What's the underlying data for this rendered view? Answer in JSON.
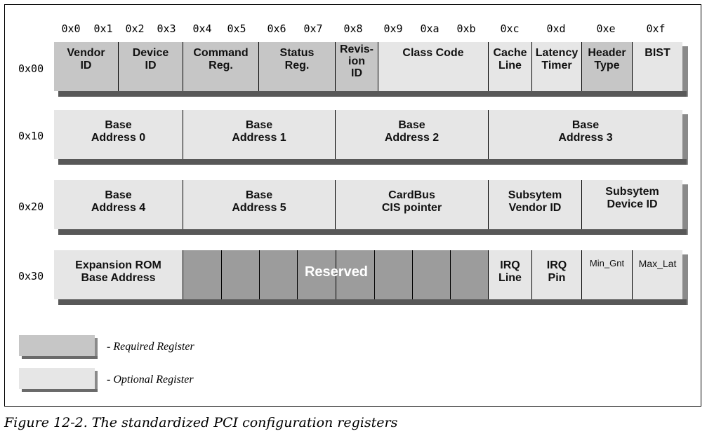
{
  "column_labels": [
    "0x0",
    "0x1",
    "0x2",
    "0x3",
    "0x4",
    "0x5",
    "0x6",
    "0x7",
    "0x8",
    "0x9",
    "0xa",
    "0xb",
    "0xc",
    "0xd",
    "0xe",
    "0xf"
  ],
  "rows": [
    {
      "offset": "0x00",
      "cells": [
        {
          "label": "Vendor\nID",
          "kind": "required"
        },
        {
          "label": "Device\nID",
          "kind": "required"
        },
        {
          "label": "Command\nReg.",
          "kind": "required"
        },
        {
          "label": "Status\nReg.",
          "kind": "required"
        },
        {
          "label": "Revis-\nion\nID",
          "kind": "required"
        },
        {
          "label": "Class Code",
          "kind": "optional"
        },
        {
          "label": "Cache\nLine",
          "kind": "optional"
        },
        {
          "label": "Latency\nTimer",
          "kind": "optional"
        },
        {
          "label": "Header\nType",
          "kind": "required"
        },
        {
          "label": "BIST",
          "kind": "optional"
        }
      ]
    },
    {
      "offset": "0x10",
      "cells": [
        {
          "label": "Base\nAddress 0",
          "kind": "optional"
        },
        {
          "label": "Base\nAddress 1",
          "kind": "optional"
        },
        {
          "label": "Base\nAddress 2",
          "kind": "optional"
        },
        {
          "label": "Base\nAddress 3",
          "kind": "optional"
        }
      ]
    },
    {
      "offset": "0x20",
      "cells": [
        {
          "label": "Base\nAddress 4",
          "kind": "optional"
        },
        {
          "label": "Base\nAddress 5",
          "kind": "optional"
        },
        {
          "label": "CardBus\nCIS pointer",
          "kind": "optional"
        },
        {
          "label": "Subsytem\nVendor ID",
          "kind": "optional"
        },
        {
          "label": "Subsytem\nDevice ID",
          "kind": "optional"
        }
      ]
    },
    {
      "offset": "0x30",
      "cells": [
        {
          "label": "Expansion ROM\nBase Address",
          "kind": "optional"
        },
        {
          "label": "Reserved",
          "kind": "reserved"
        },
        {
          "label": "IRQ\nLine",
          "kind": "optional"
        },
        {
          "label": "IRQ\nPin",
          "kind": "optional"
        },
        {
          "label": "Min_Gnt",
          "kind": "optional"
        },
        {
          "label": "Max_Lat",
          "kind": "optional"
        }
      ]
    }
  ],
  "legend": {
    "required": {
      "label": "- Required Register",
      "color": "#c6c6c6"
    },
    "optional": {
      "label": "- Optional Register",
      "color": "#e6e6e6"
    }
  },
  "colors": {
    "required": "#c6c6c6",
    "optional": "#e6e6e6",
    "reserved": "#9c9c9c"
  },
  "caption": "Figure 12-2. The standardized PCI configuration registers"
}
